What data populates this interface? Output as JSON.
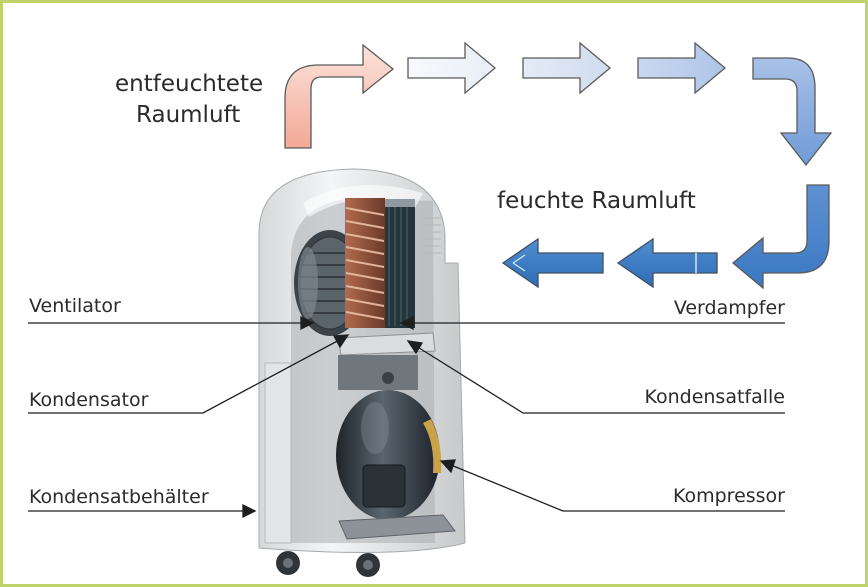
{
  "airflow": {
    "dehumidified_label_line1": "entfeuchtete",
    "dehumidified_label_line2": "Raumluft",
    "humid_label": "feuchte Raumluft"
  },
  "components": {
    "fan": "Ventilator",
    "condenser": "Kondensator",
    "tank": "Kondensatbehälter",
    "evaporator": "Verdampfer",
    "drip_tray": "Kondensatfalle",
    "compressor": "Kompressor"
  },
  "colors": {
    "frame_border": "#bfd36a",
    "warm_air": "#f2a58f",
    "cool_air": "#3a7cc4",
    "text": "#2b2b2b"
  }
}
